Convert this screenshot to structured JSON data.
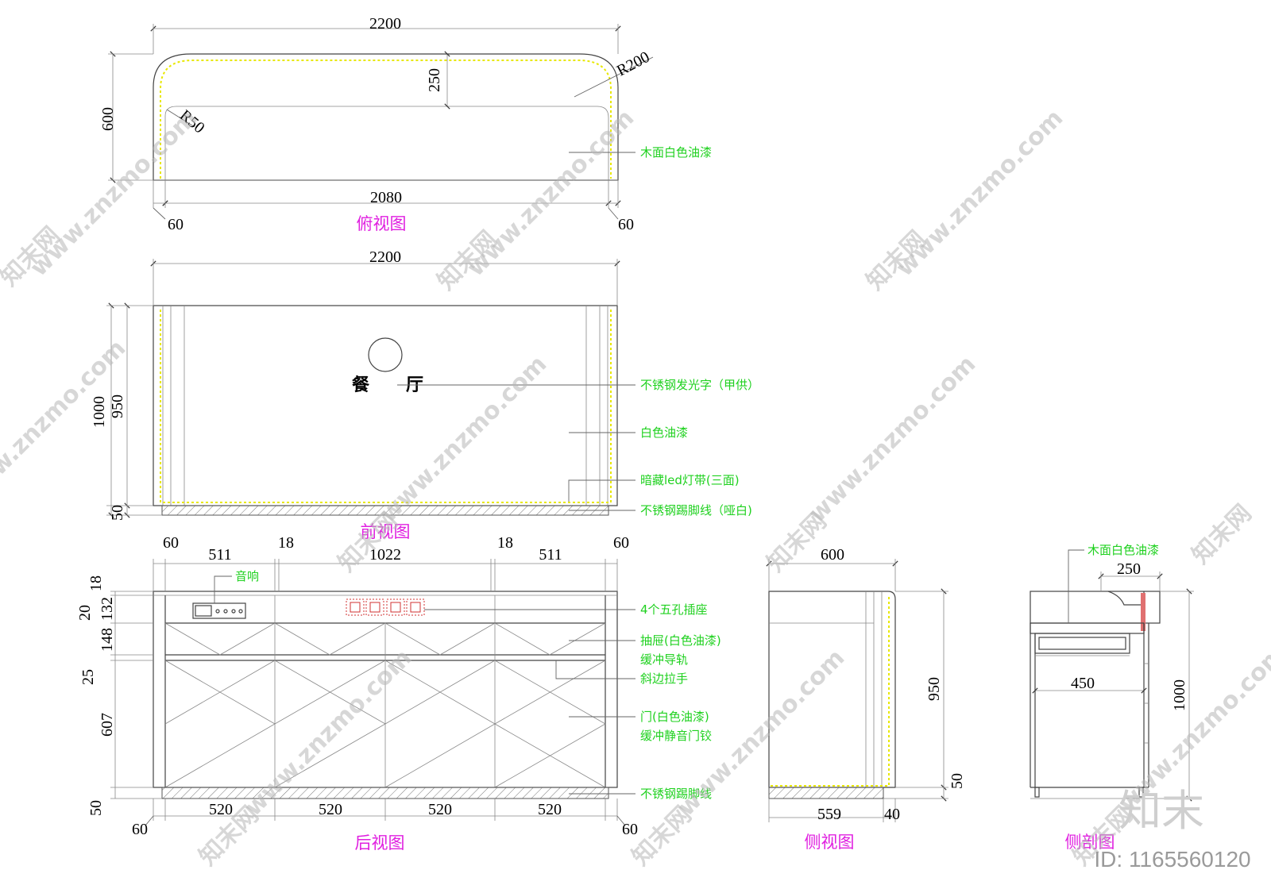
{
  "top_view": {
    "title": "俯视图",
    "dims": {
      "width_total": "2200",
      "width_inner": "2080",
      "depth": "600",
      "front_depth": "250",
      "side_left": "60",
      "side_right": "60",
      "radius_outer": "R200",
      "radius_inner": "R50"
    },
    "notes": {
      "finish": "木面白色油漆"
    }
  },
  "front_view": {
    "title": "前视图",
    "sign_text": [
      "餐",
      "厅"
    ],
    "dims": {
      "width": "2200",
      "height": "1000",
      "body_height": "950",
      "plinth": "50"
    },
    "notes": {
      "letters": "不锈钢发光字（甲供）",
      "paint": "白色油漆",
      "led": "暗藏led灯带(三面)",
      "plinth": "不锈钢踢脚线（哑白)"
    }
  },
  "back_view": {
    "title": "后视图",
    "dims": {
      "top": [
        "60",
        "511",
        "18",
        "1022",
        "18",
        "511",
        "60"
      ],
      "bottom": [
        "520",
        "520",
        "520",
        "520"
      ],
      "bottom_sides": [
        "60",
        "60"
      ],
      "left": [
        "18",
        "20",
        "132",
        "148",
        "25",
        "607",
        "50"
      ]
    },
    "notes": {
      "speaker": "音响",
      "sockets": "4个五孔插座",
      "drawer": "抽屉(白色油漆)",
      "rail": "缓冲导轨",
      "handle": "斜边拉手",
      "door": "门(白色油漆)",
      "hinge": "缓冲静音门铰",
      "plinth": "不锈钢踢脚线"
    }
  },
  "side_view": {
    "title": "侧视图",
    "dims": {
      "depth": "600",
      "height": "950",
      "plinth": "50",
      "base_depth": "559",
      "offset": "40"
    }
  },
  "section_view": {
    "title": "侧剖图",
    "dims": {
      "top": "250",
      "inner": "450",
      "height": "1000"
    },
    "notes": {
      "finish": "木面白色油漆"
    }
  },
  "watermark": {
    "site": "www.znzmo.com",
    "brand_cn": "知末网",
    "logo": "知末",
    "id": "ID: 1165560120"
  },
  "colors": {
    "note": "#1fd11f",
    "title": "#e020e0",
    "led": "#e8e800"
  }
}
